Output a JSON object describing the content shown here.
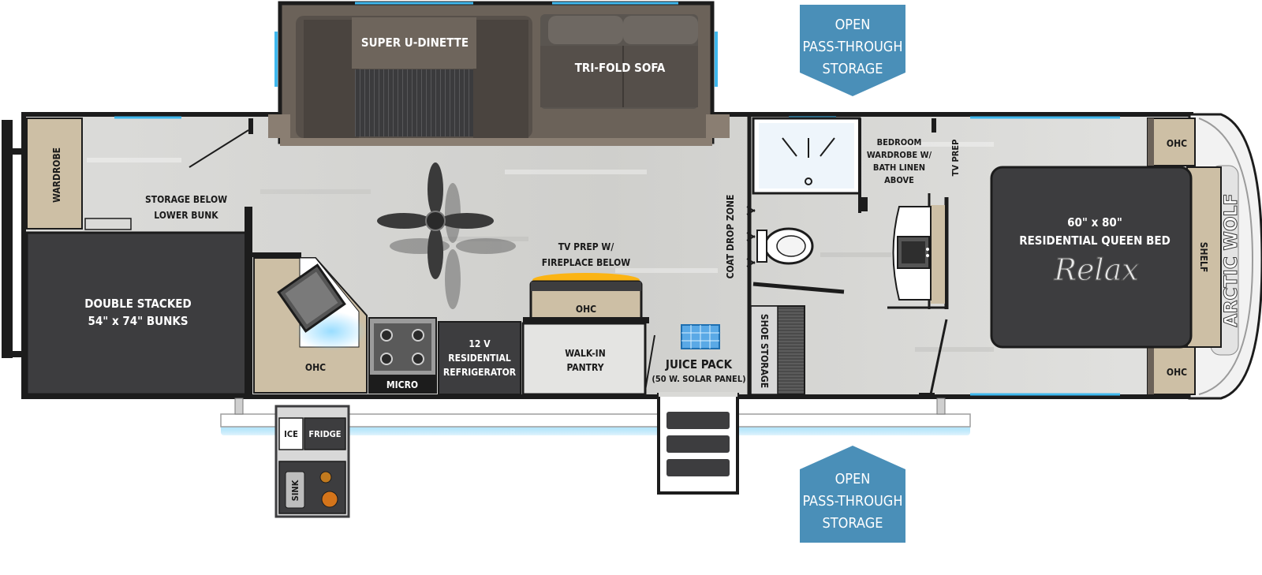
{
  "callouts": {
    "top": [
      "OPEN",
      "PASS-THROUGH",
      "STORAGE"
    ],
    "bottom": [
      "OPEN",
      "PASS-THROUGH",
      "STORAGE"
    ]
  },
  "rooms": {
    "super_dinette": "SUPER U-DINETTE",
    "tri_fold_sofa": "TRI-FOLD SOFA",
    "wardrobe": "WARDROBE",
    "storage_below": [
      "STORAGE BELOW",
      "LOWER BUNK"
    ],
    "bunks": [
      "DOUBLE STACKED",
      "54\" x 74\" BUNKS"
    ],
    "kitchen_ohc": "OHC",
    "micro": "MICRO",
    "refrigerator": [
      "12 V",
      "RESIDENTIAL",
      "REFRIGERATOR"
    ],
    "tv_prep_fireplace": [
      "TV PREP W/",
      "FIREPLACE BELOW"
    ],
    "fireplace_ohc": "OHC",
    "walk_in_pantry": [
      "WALK-IN",
      "PANTRY"
    ],
    "juice_pack": [
      "JUICE PACK",
      "(50 W. SOLAR PANEL)"
    ],
    "coat_drop_zone": "COAT DROP ZONE",
    "shoe_storage": "SHOE STORAGE",
    "bedroom_wardrobe": [
      "BEDROOM",
      "WARDROBE W/",
      "BATH LINEN",
      "ABOVE"
    ],
    "bedroom_tv_prep": "TV PREP",
    "ohc_top": "OHC",
    "ohc_bottom": "OHC",
    "shelf": "SHELF",
    "queen_bed": [
      "60\" x 80\"",
      "RESIDENTIAL QUEEN BED"
    ],
    "bed_logo": "Relax",
    "ice": "ICE",
    "fridge": "FRIDGE",
    "sink": "SINK"
  },
  "brand": "ARCTIC WOLF",
  "colors": {
    "callout_blue": "#4a8fb8",
    "wall": "#1c1c1c",
    "floor": "#d9d9d6",
    "dark_fixture": "#3d3d3f",
    "beige": "#cdbfa5",
    "led_blue": "#4fc3f7",
    "fireplace_glow": "#ffb000"
  }
}
